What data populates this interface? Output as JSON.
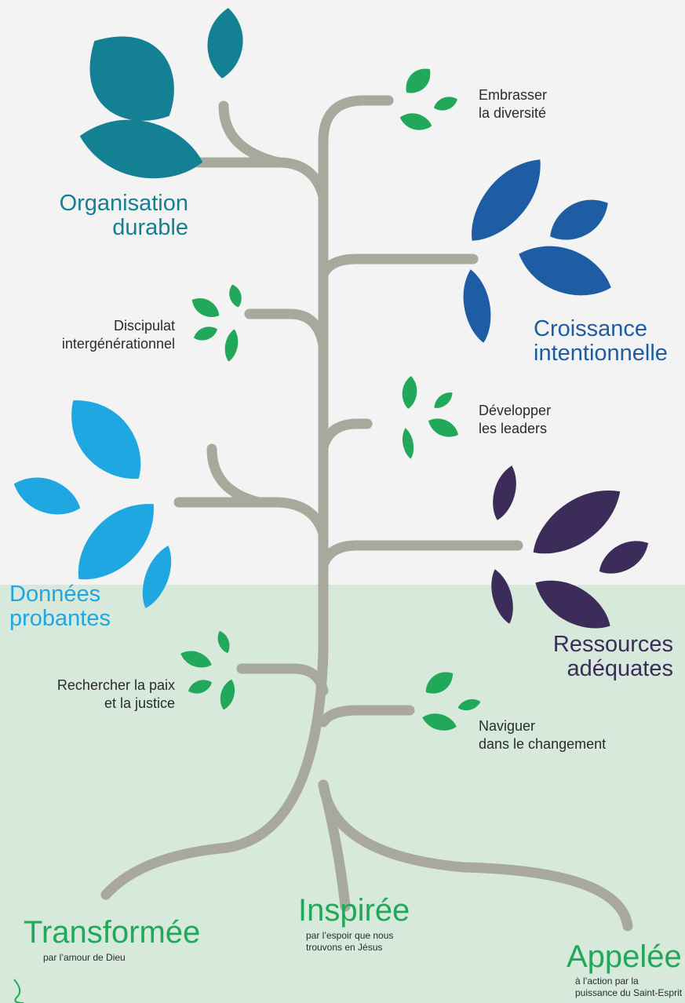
{
  "colors": {
    "background": "#f3f3f3",
    "ground": "#d6e9da",
    "trunk": "#a8a99c",
    "teal": "#148094",
    "blue": "#1e5da3",
    "sky": "#1ea7e0",
    "purple": "#3c2c5a",
    "green": "#22a85a"
  },
  "pillars": {
    "organisation": {
      "line1": "Organisation",
      "line2": "durable"
    },
    "croissance": {
      "line1": "Croissance",
      "line2": "intentionnelle"
    },
    "donnees": {
      "line1": "Données",
      "line2": "probantes"
    },
    "ressources": {
      "line1": "Ressources",
      "line2": "adéquates"
    }
  },
  "branches": {
    "embrasser": {
      "line1": "Embrasser",
      "line2": "la diversité"
    },
    "discipulat": {
      "line1": "Discipulat",
      "line2": "intergénérationnel"
    },
    "developper": {
      "line1": "Développer",
      "line2": "les leaders"
    },
    "rechercher": {
      "line1": "Rechercher la paix",
      "line2": "et la justice"
    },
    "naviguer": {
      "line1": "Naviguer",
      "line2": "dans le changement"
    }
  },
  "roots": {
    "transformee": {
      "title": "Transformée",
      "line1": "par l’amour de Dieu"
    },
    "inspiree": {
      "title": "Inspirée",
      "line1": "par l’espoir que nous",
      "line2": "trouvons en Jésus"
    },
    "appelee": {
      "title": "Appelée",
      "line1": "à l’action par la",
      "line2": "puissance du Saint-Esprit"
    }
  }
}
